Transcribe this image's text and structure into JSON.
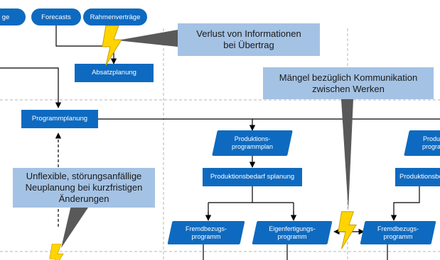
{
  "colors": {
    "node_fill": "#0e6ac0",
    "callout_fill": "#a4c2e4",
    "callout_tail": "#595959",
    "bolt_fill": "#ffd400",
    "bolt_stroke": "#c8a000",
    "divider": "#b4b4b4",
    "edge": "#000000"
  },
  "top_pills": {
    "partial": "ge",
    "forecasts": "Forecasts",
    "rahmenvertraege": "Rahmenverträge"
  },
  "nodes": {
    "absatzplanung": "Absatzplanung",
    "programmplanung": "Programmplanung",
    "produktionsprogrammplan": "Produktions-\nprogrammplan",
    "produktionsprogrammplan_partial": "Produ\nprogra",
    "produktionsbedarfsplanung": "Produktionsbedarf splanung",
    "produktionsbedarf_partial": "Produktionsbe",
    "fremdbezugsprogramm_1": "Fremdbezugs-\nprogramm",
    "eigenfertigungsprogramm": "Eigenfertigungs-\nprogramm",
    "fremdbezugsprogramm_2": "Fremdbezugs-\nprogramm"
  },
  "callouts": {
    "verlust": "Verlust von Informationen\nbei Übertrag",
    "maengel": "Mängel bezüglich Kommunikation\nzwischen Werken",
    "unflexibel": "Unflexible, störungsanfällige\nNeuplanung bei kurzfristigen\nÄnderungen"
  },
  "icons": {
    "warning_bolt": "lightning-bolt-icon"
  }
}
